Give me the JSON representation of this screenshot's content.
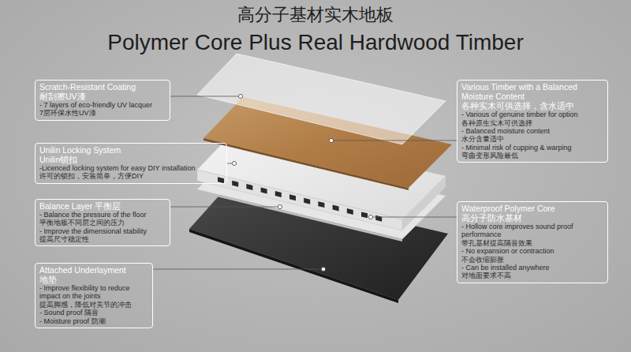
{
  "diagram": {
    "title": "高分子基材实木地板",
    "nodes": [
      {
        "text": [
          "Scratch-Resistant Coating",
          "耐刮擦UV漆",
          "- 7 layers of eco-friendly UV lacquer",
          "7层环保水性UV漆"
        ]
      },
      {
        "text": [
          "Unilin Locking System",
          "Unilin锁扣",
          "-Licenced locking system for easy DIY installation",
          "许可的锁扣，安装简单，方便DIY"
        ]
      },
      {
        "text": [
          "Balance Layer 平衡层",
          "- Balance the pressure of the floor",
          "平衡地板不同层之间的压力",
          "- Improve the dimensional stability",
          "提高尺寸稳定性"
        ]
      },
      {
        "text": [
          "Attached Underlayment",
          "地垫",
          "- Improve flexibility to reduce impact on the joints",
          "提高脚感，降低对关节的冲击",
          "- Sound proof 隔音",
          "- Moisture proof 防潮"
        ]
      },
      {
        "text": [
          "Various Timber with a Balanced Moisture Content",
          "各种实木可供选择，含水适中",
          "- Various of genuine timber for option",
          "各种原生实木可供选择",
          "- Balanced moisture content",
          "水分含量适中",
          "- Minimal risk of cupping & warping",
          "弯曲变形风险最低"
        ]
      },
      {
        "text": [
          "Waterproof Polymer Core",
          "高分子防水基材",
          "- Hollow core improves sound proof performance",
          "带孔基材提高隔音效果",
          "- No expansion or contraction",
          "不会收缩膨胀",
          "- Can be installed anywhere",
          "对地面要求不高"
        ]
      }
    ],
    "labels": [
      "Polymer Core Plus Real Hardwood Timber"
    ]
  }
}
